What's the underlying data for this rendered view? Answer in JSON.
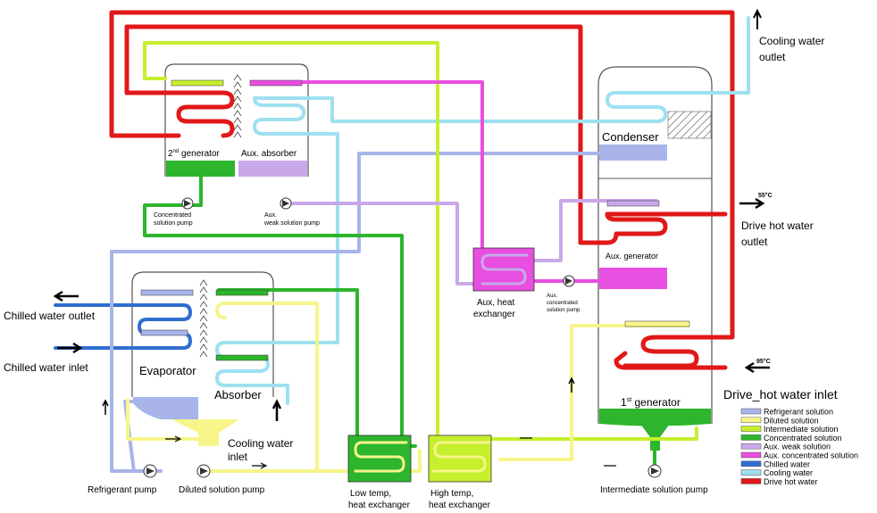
{
  "colors": {
    "refrigerant": "#a8b4ea",
    "diluted": "#f7f58a",
    "intermediate": "#c6ef2e",
    "concentrated": "#2db52d",
    "aux_weak": "#c9a8ea",
    "aux_concentrated": "#e84ee0",
    "chilled_water": "#2f6fcf",
    "cooling_water": "#9ee0f0",
    "drive_hot_water": "#e01818"
  },
  "labels": {
    "cooling_water_outlet_1": "Cooling  water",
    "cooling_water_outlet_2": "outlet",
    "condenser": "Condenser",
    "second_generator_prefix": "2",
    "second_generator_sup": "nd",
    "second_generator_suffix": " generator",
    "aux_absorber": "Aux. absorber",
    "conc_pump_1": "Concentrated",
    "conc_pump_2": "solution pump",
    "aux_weak_pump_1": "Aux.",
    "aux_weak_pump_2": "weak solution pump",
    "temp_top": "55°C",
    "drive_hot_water_outlet_1": "Drive  hot  water",
    "drive_hot_water_outlet_2": "outlet",
    "aux_generator": "Aux. generator",
    "aux_hx_1": "Aux, heat",
    "aux_hx_2": "exchanger",
    "aux_conc_pump_1": "Aux.",
    "aux_conc_pump_2": "concentrated",
    "aux_conc_pump_3": "solution pump",
    "chilled_water_outlet": "Chilled water outlet",
    "chilled_water_inlet": "Chilled water inlet",
    "evaporator": "Evaporator",
    "absorber": "Absorber",
    "cooling_water_inlet_1": "Cooling water",
    "cooling_water_inlet_2": "inlet",
    "temp_bottom": "95°C",
    "drive_hot_water_inlet": "Drive_hot water  inlet",
    "first_generator_prefix": "1",
    "first_generator_sup": "st",
    "first_generator_suffix": " generator",
    "refrigerant_pump": "Refrigerant pump",
    "diluted_pump": "Diluted solution pump",
    "low_temp_hx_1": "Low temp,",
    "low_temp_hx_2": "heat exchanger",
    "high_temp_hx_1": "High temp,",
    "high_temp_hx_2": "heat exchanger",
    "intermediate_pump": "Intermediate solution pump"
  },
  "legend": [
    {
      "label": "Refrigerant solution",
      "color": "#a8b4ea"
    },
    {
      "label": "Diluted solution",
      "color": "#f7f58a"
    },
    {
      "label": "Intermediate solution",
      "color": "#c6ef2e"
    },
    {
      "label": "Concentrated solution",
      "color": "#2db52d"
    },
    {
      "label": "Aux. weak solution",
      "color": "#c9a8ea"
    },
    {
      "label": "Aux. concentrated solution",
      "color": "#e84ee0"
    },
    {
      "label": "Chilled water",
      "color": "#2f6fcf"
    },
    {
      "label": "Cooling water",
      "color": "#9ee0f0"
    },
    {
      "label": "Drive hot water",
      "color": "#e01818"
    }
  ]
}
